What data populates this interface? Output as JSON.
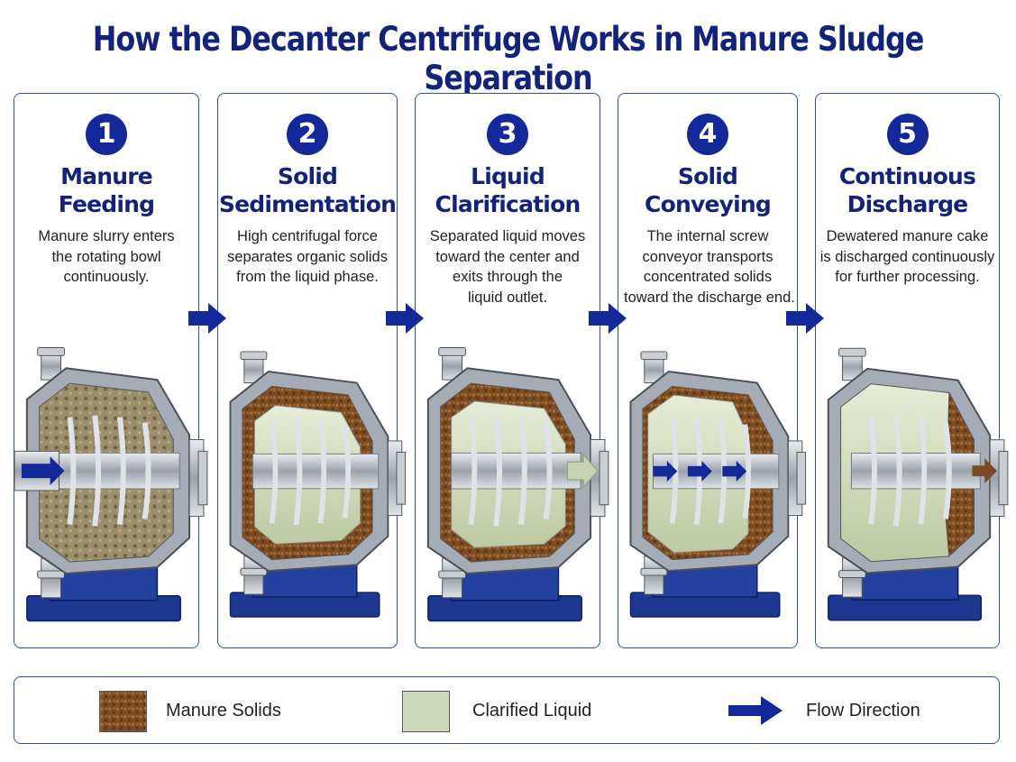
{
  "title": "How the Decanter Centrifuge Works in Manure Sludge Separation",
  "steps": [
    {
      "number": "1",
      "title": [
        "Manure",
        "Feeding"
      ],
      "desc": [
        "Manure slurry enters",
        "the rotating bowl",
        "continuously."
      ]
    },
    {
      "number": "2",
      "title": [
        "Solid",
        "Sedimentation"
      ],
      "desc": [
        "High centrifugal force",
        "separates organic solids",
        "from the liquid phase."
      ]
    },
    {
      "number": "3",
      "title": [
        "Liquid",
        "Clarification"
      ],
      "desc": [
        "Separated liquid moves",
        "toward the center and",
        "exits through the",
        "liquid outlet."
      ]
    },
    {
      "number": "4",
      "title": [
        "Solid",
        "Conveying"
      ],
      "desc": [
        "The internal screw",
        "conveyor transports",
        "concentrated solids",
        "toward the discharge end."
      ]
    },
    {
      "number": "5",
      "title": [
        "Continuous",
        "Discharge"
      ],
      "desc": [
        "Dewatered manure cake",
        "is discharged continuously",
        "for further processing."
      ]
    }
  ],
  "legend": {
    "solids": "Manure Solids",
    "liquid": "Clarified Liquid",
    "flow": "Flow Direction"
  },
  "colors": {
    "brand_blue": "#14289a",
    "border_blue": "#2a4fb8",
    "solids_brown": "#7a4a22",
    "liquid_green": "#cdd8b8",
    "steel": "#b8bec6",
    "base_blue": "#1f3a9a"
  }
}
